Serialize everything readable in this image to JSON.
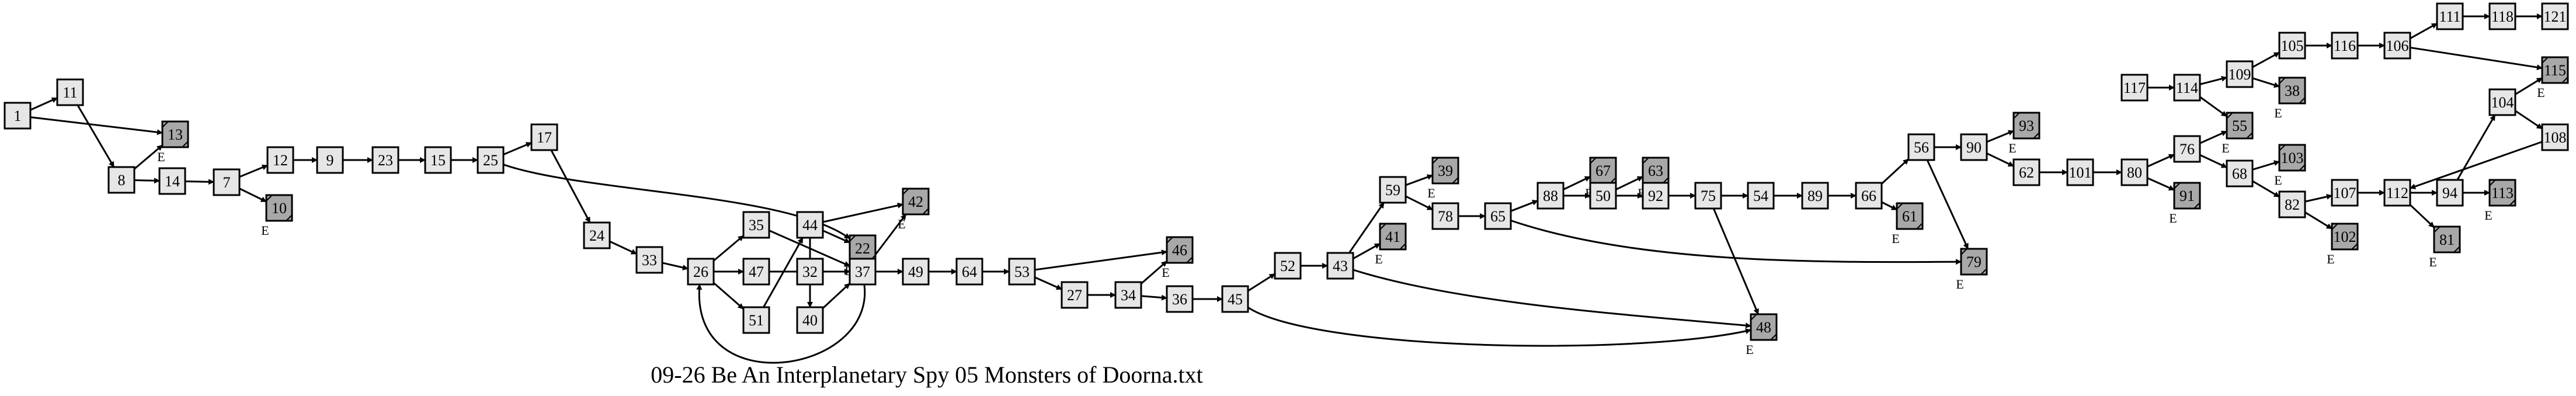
{
  "title": "09-26 Be An Interplanetary Spy 05 Monsters of Doorna.txt",
  "end_marker": "E",
  "nodes": [
    {
      "id": "1",
      "end": false
    },
    {
      "id": "11",
      "end": false
    },
    {
      "id": "13",
      "end": true
    },
    {
      "id": "8",
      "end": false
    },
    {
      "id": "14",
      "end": false
    },
    {
      "id": "7",
      "end": false
    },
    {
      "id": "10",
      "end": true
    },
    {
      "id": "12",
      "end": false
    },
    {
      "id": "9",
      "end": false
    },
    {
      "id": "23",
      "end": false
    },
    {
      "id": "15",
      "end": false
    },
    {
      "id": "25",
      "end": false
    },
    {
      "id": "17",
      "end": false
    },
    {
      "id": "24",
      "end": false
    },
    {
      "id": "33",
      "end": false
    },
    {
      "id": "26",
      "end": false
    },
    {
      "id": "35",
      "end": false
    },
    {
      "id": "47",
      "end": false
    },
    {
      "id": "51",
      "end": false
    },
    {
      "id": "44",
      "end": false
    },
    {
      "id": "32",
      "end": false
    },
    {
      "id": "40",
      "end": false
    },
    {
      "id": "22",
      "end": true
    },
    {
      "id": "37",
      "end": false
    },
    {
      "id": "42",
      "end": true
    },
    {
      "id": "49",
      "end": false
    },
    {
      "id": "64",
      "end": false
    },
    {
      "id": "53",
      "end": false
    },
    {
      "id": "46",
      "end": true
    },
    {
      "id": "27",
      "end": false
    },
    {
      "id": "34",
      "end": false
    },
    {
      "id": "36",
      "end": false
    },
    {
      "id": "45",
      "end": false
    },
    {
      "id": "52",
      "end": false
    },
    {
      "id": "43",
      "end": false
    },
    {
      "id": "41",
      "end": true
    },
    {
      "id": "59",
      "end": false
    },
    {
      "id": "39",
      "end": true
    },
    {
      "id": "78",
      "end": false
    },
    {
      "id": "65",
      "end": false
    },
    {
      "id": "88",
      "end": false
    },
    {
      "id": "67",
      "end": true
    },
    {
      "id": "50",
      "end": false
    },
    {
      "id": "63",
      "end": true
    },
    {
      "id": "92",
      "end": false
    },
    {
      "id": "75",
      "end": false
    },
    {
      "id": "54",
      "end": false
    },
    {
      "id": "89",
      "end": false
    },
    {
      "id": "66",
      "end": false
    },
    {
      "id": "61",
      "end": true
    },
    {
      "id": "56",
      "end": false
    },
    {
      "id": "90",
      "end": false
    },
    {
      "id": "93",
      "end": true
    },
    {
      "id": "62",
      "end": false
    },
    {
      "id": "79",
      "end": true
    },
    {
      "id": "48",
      "end": true
    },
    {
      "id": "101",
      "end": false
    },
    {
      "id": "80",
      "end": false
    },
    {
      "id": "91",
      "end": true
    },
    {
      "id": "76",
      "end": false
    },
    {
      "id": "55",
      "end": true
    },
    {
      "id": "68",
      "end": false
    },
    {
      "id": "103",
      "end": true
    },
    {
      "id": "82",
      "end": false
    },
    {
      "id": "102",
      "end": true
    },
    {
      "id": "107",
      "end": false
    },
    {
      "id": "112",
      "end": false
    },
    {
      "id": "81",
      "end": true
    },
    {
      "id": "94",
      "end": false
    },
    {
      "id": "113",
      "end": true
    },
    {
      "id": "104",
      "end": false
    },
    {
      "id": "108",
      "end": false
    },
    {
      "id": "115",
      "end": true
    },
    {
      "id": "117",
      "end": false
    },
    {
      "id": "114",
      "end": false
    },
    {
      "id": "109",
      "end": false
    },
    {
      "id": "38",
      "end": true
    },
    {
      "id": "105",
      "end": false
    },
    {
      "id": "116",
      "end": false
    },
    {
      "id": "106",
      "end": false
    },
    {
      "id": "111",
      "end": false
    },
    {
      "id": "118",
      "end": false
    },
    {
      "id": "121",
      "end": false
    }
  ],
  "edges": [
    [
      "1",
      "11"
    ],
    [
      "1",
      "13"
    ],
    [
      "11",
      "8"
    ],
    [
      "8",
      "13"
    ],
    [
      "8",
      "14"
    ],
    [
      "14",
      "7"
    ],
    [
      "7",
      "12"
    ],
    [
      "7",
      "10"
    ],
    [
      "12",
      "9"
    ],
    [
      "9",
      "23"
    ],
    [
      "23",
      "15"
    ],
    [
      "15",
      "25"
    ],
    [
      "25",
      "17"
    ],
    [
      "25",
      "22"
    ],
    [
      "17",
      "24"
    ],
    [
      "24",
      "33"
    ],
    [
      "33",
      "26"
    ],
    [
      "26",
      "35"
    ],
    [
      "26",
      "47"
    ],
    [
      "26",
      "51"
    ],
    [
      "51",
      "44"
    ],
    [
      "47",
      "37"
    ],
    [
      "35",
      "37"
    ],
    [
      "32",
      "37"
    ],
    [
      "40",
      "37"
    ],
    [
      "44",
      "22"
    ],
    [
      "44",
      "40"
    ],
    [
      "37",
      "42"
    ],
    [
      "37",
      "49"
    ],
    [
      "37",
      "26"
    ],
    [
      "44",
      "42"
    ],
    [
      "49",
      "64"
    ],
    [
      "64",
      "53"
    ],
    [
      "53",
      "46"
    ],
    [
      "53",
      "27"
    ],
    [
      "27",
      "34"
    ],
    [
      "34",
      "46"
    ],
    [
      "34",
      "36"
    ],
    [
      "36",
      "45"
    ],
    [
      "45",
      "52"
    ],
    [
      "45",
      "48"
    ],
    [
      "52",
      "43"
    ],
    [
      "43",
      "41"
    ],
    [
      "43",
      "59"
    ],
    [
      "43",
      "48"
    ],
    [
      "59",
      "39"
    ],
    [
      "59",
      "78"
    ],
    [
      "78",
      "65"
    ],
    [
      "65",
      "88"
    ],
    [
      "65",
      "79"
    ],
    [
      "88",
      "67"
    ],
    [
      "88",
      "50"
    ],
    [
      "50",
      "63"
    ],
    [
      "50",
      "92"
    ],
    [
      "92",
      "75"
    ],
    [
      "75",
      "54"
    ],
    [
      "75",
      "48"
    ],
    [
      "54",
      "89"
    ],
    [
      "89",
      "66"
    ],
    [
      "66",
      "61"
    ],
    [
      "66",
      "56"
    ],
    [
      "56",
      "90"
    ],
    [
      "56",
      "79"
    ],
    [
      "90",
      "93"
    ],
    [
      "90",
      "62"
    ],
    [
      "62",
      "101"
    ],
    [
      "101",
      "80"
    ],
    [
      "80",
      "91"
    ],
    [
      "80",
      "76"
    ],
    [
      "76",
      "55"
    ],
    [
      "76",
      "68"
    ],
    [
      "68",
      "103"
    ],
    [
      "68",
      "82"
    ],
    [
      "82",
      "107"
    ],
    [
      "82",
      "102"
    ],
    [
      "107",
      "112"
    ],
    [
      "112",
      "81"
    ],
    [
      "112",
      "94"
    ],
    [
      "94",
      "113"
    ],
    [
      "94",
      "104"
    ],
    [
      "104",
      "115"
    ],
    [
      "104",
      "108"
    ],
    [
      "108",
      "112"
    ],
    [
      "117",
      "114"
    ],
    [
      "114",
      "55"
    ],
    [
      "114",
      "109"
    ],
    [
      "109",
      "38"
    ],
    [
      "109",
      "105"
    ],
    [
      "105",
      "116"
    ],
    [
      "116",
      "106"
    ],
    [
      "106",
      "111"
    ],
    [
      "106",
      "115"
    ],
    [
      "111",
      "118"
    ],
    [
      "118",
      "121"
    ]
  ]
}
